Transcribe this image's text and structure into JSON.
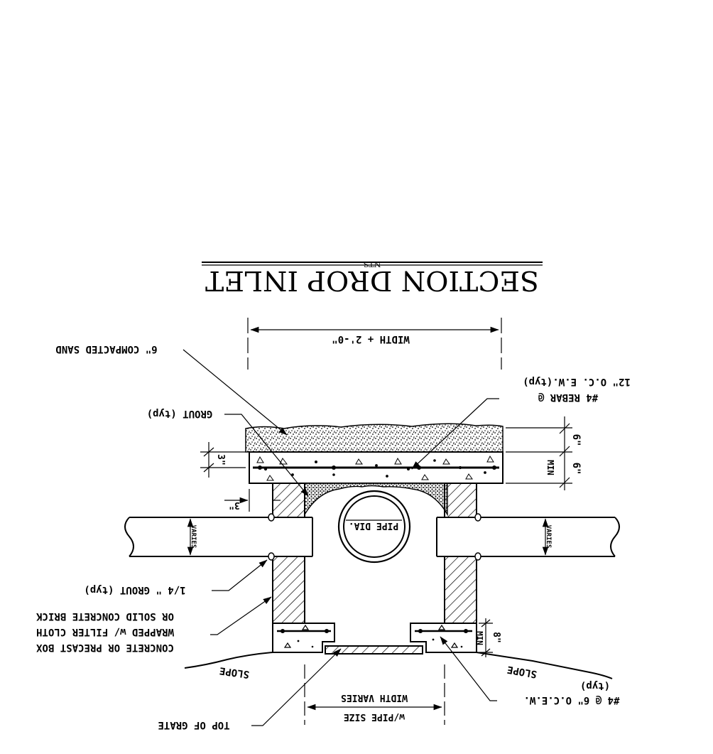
{
  "drawing": {
    "title": "SECTION DROP INLET",
    "scale": "NTS",
    "orientation": "rotated 180°"
  },
  "labels": {
    "width_top": "WIDTH + 2'-0\"",
    "compacted_sand": "6\" COMPACTED SAND",
    "rebar_line1": "#4 REBAR @",
    "rebar_line2": "12\" O.C. E.W.(typ)",
    "grout": "GROUT (typ)",
    "dim_6_top": "6\"",
    "dim_6_min": "6\"",
    "min_slab": "MIN",
    "dim_3_left": "3\"",
    "dim_3_step": "3\"",
    "pipe_dia": "PIPE DIA.",
    "varies_left": "VARIES",
    "varies_right": "VARIES",
    "quarter_grout": "1/4 \" GROUT (typ)",
    "box_line1": "CONCRETE OR PRECAST BOX",
    "box_line2": "WRAPPED w/ FILTER CLOTH",
    "box_line3": "OR SOLID CONCRETE BRICK",
    "dim_8": "8\"",
    "min_footing": "MIN",
    "slope_left": "SLOPE",
    "slope_right": "SLOPE",
    "footing_rebar_line1": "#4 @ 6\" O.C.E.W.",
    "footing_rebar_line2": "(typ)",
    "width_bottom_line1": "WIDTH VARIES",
    "width_bottom_line2": "w/PIPE SIZE",
    "top_of_grate": "TOP OF GRATE"
  }
}
